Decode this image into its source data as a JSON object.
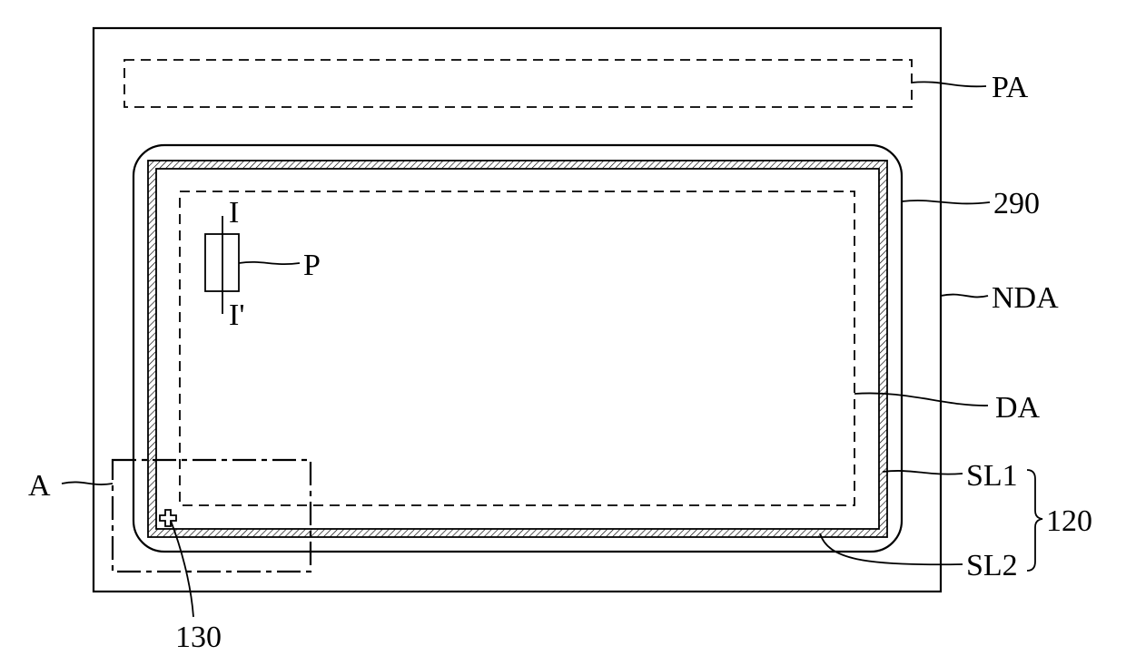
{
  "labels": {
    "pa": "PA",
    "seal": "290",
    "p": "P",
    "i": "I",
    "i_prime": "I'",
    "nda": "NDA",
    "da": "DA",
    "a": "A",
    "sl1": "SL1",
    "sl2": "SL2",
    "group": "120",
    "mark": "130"
  }
}
